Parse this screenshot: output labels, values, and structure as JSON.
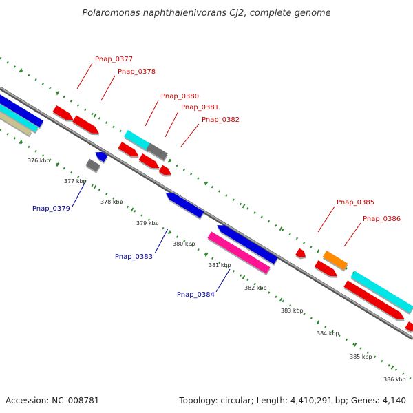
{
  "title": "Polaromonas naphthalenivorans CJ2, complete genome",
  "footer": {
    "accession": "Accession: NC_008781",
    "summary": "Topology: circular; Length: 4,410,291 bp; Genes: 4,140"
  },
  "colors": {
    "backbone": "#888888",
    "tick_marks": "#2e8b2e",
    "label_forward": "#cc0000",
    "label_reverse": "#000099",
    "gene_red": "#ee0000",
    "gene_blue": "#0000dd",
    "gene_cyan": "#00e5e5",
    "gene_gray": "#6e6e6e",
    "gene_orange": "#ff8c00",
    "gene_magenta": "#ff1493",
    "gene_tan": "#c8c28c"
  },
  "scale_labels": [
    "376 kbp",
    "377 kbp",
    "378 kbp",
    "379 kbp",
    "380 kbp",
    "381 kbp",
    "382 kbp",
    "383 kbp",
    "384 kbp",
    "385 kbp",
    "386 kbp"
  ],
  "gene_labels": [
    {
      "id": "Pnap_0377",
      "strand": "forward"
    },
    {
      "id": "Pnap_0378",
      "strand": "forward"
    },
    {
      "id": "Pnap_0379",
      "strand": "reverse"
    },
    {
      "id": "Pnap_0380",
      "strand": "forward"
    },
    {
      "id": "Pnap_0381",
      "strand": "forward"
    },
    {
      "id": "Pnap_0382",
      "strand": "forward"
    },
    {
      "id": "Pnap_0383",
      "strand": "reverse"
    },
    {
      "id": "Pnap_0384",
      "strand": "reverse"
    },
    {
      "id": "Pnap_0385",
      "strand": "forward"
    },
    {
      "id": "Pnap_0386",
      "strand": "forward"
    }
  ]
}
